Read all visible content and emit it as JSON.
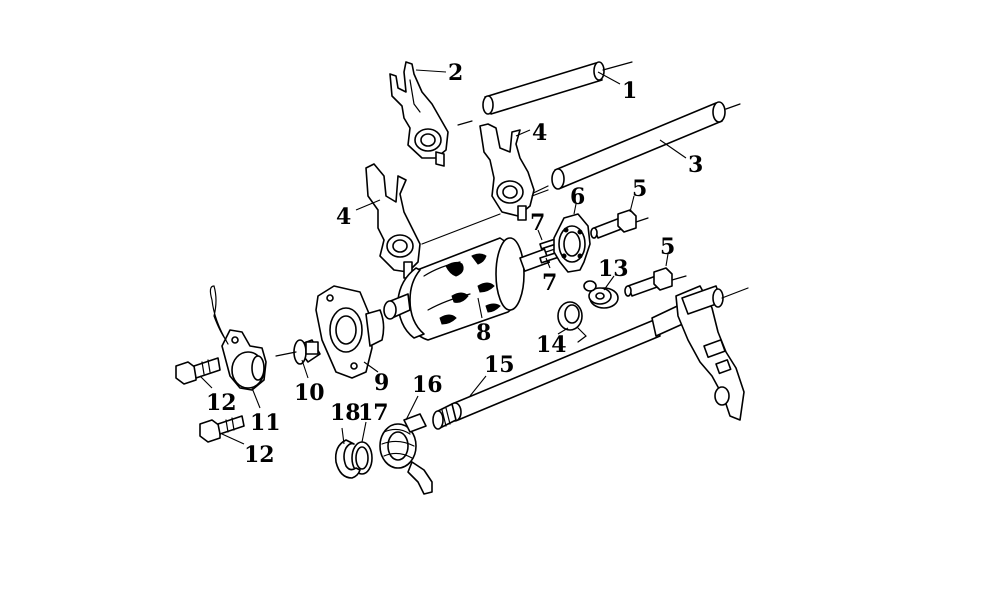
{
  "diagram": {
    "type": "exploded-parts-diagram",
    "callouts": [
      {
        "id": "c1",
        "label": "1",
        "part": "shift-fork-shaft-upper"
      },
      {
        "id": "c2",
        "label": "2",
        "part": "shift-fork-upper"
      },
      {
        "id": "c3",
        "label": "3",
        "part": "shift-fork-shaft-lower"
      },
      {
        "id": "c4a",
        "label": "4",
        "part": "shift-fork-middle"
      },
      {
        "id": "c4b",
        "label": "4",
        "part": "shift-fork-left"
      },
      {
        "id": "c5a",
        "label": "5",
        "part": "bolt-upper"
      },
      {
        "id": "c5b",
        "label": "5",
        "part": "bolt-lower"
      },
      {
        "id": "c6",
        "label": "6",
        "part": "drum-star-plate"
      },
      {
        "id": "c7a",
        "label": "7",
        "part": "drum-pin-upper"
      },
      {
        "id": "c7b",
        "label": "7",
        "part": "drum-pin-lower"
      },
      {
        "id": "c8",
        "label": "8",
        "part": "shift-drum"
      },
      {
        "id": "c9",
        "label": "9",
        "part": "drum-bearing-holder"
      },
      {
        "id": "c10",
        "label": "10",
        "part": "neutral-contact"
      },
      {
        "id": "c11",
        "label": "11",
        "part": "neutral-switch"
      },
      {
        "id": "c12a",
        "label": "12",
        "part": "switch-bolt-upper"
      },
      {
        "id": "c12b",
        "label": "12",
        "part": "switch-bolt-lower"
      },
      {
        "id": "c13",
        "label": "13",
        "part": "stopper-roller"
      },
      {
        "id": "c14",
        "label": "14",
        "part": "stopper-spring"
      },
      {
        "id": "c15",
        "label": "15",
        "part": "gearshift-spindle"
      },
      {
        "id": "c16",
        "label": "16",
        "part": "return-spring"
      },
      {
        "id": "c17",
        "label": "17",
        "part": "washer"
      },
      {
        "id": "c18",
        "label": "18",
        "part": "circlip"
      }
    ]
  }
}
